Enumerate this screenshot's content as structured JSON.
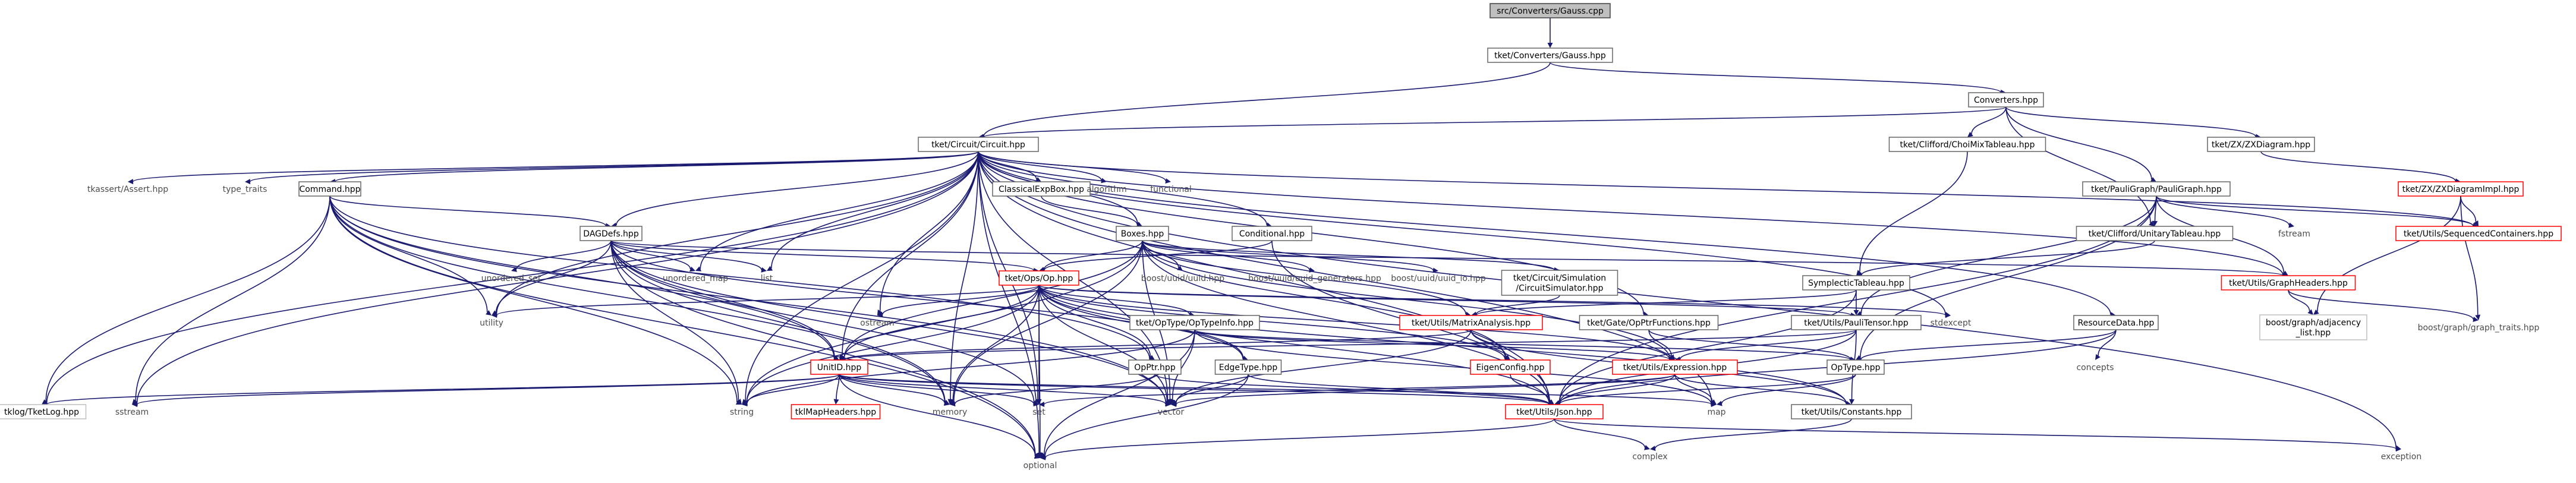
{
  "graph": {
    "nodes": [
      {
        "id": "gauss",
        "label": "src/Converters/Gauss.cpp",
        "style": "root"
      },
      {
        "id": "conv_gauss",
        "label": "tket/Converters/Gauss.hpp",
        "style": "normal"
      },
      {
        "id": "converters",
        "label": "Converters.hpp",
        "style": "normal"
      },
      {
        "id": "circuit",
        "label": "tket/Circuit/Circuit.hpp",
        "style": "normal"
      },
      {
        "id": "choimix",
        "label": "tket/Clifford/ChoiMixTableau.hpp",
        "style": "normal"
      },
      {
        "id": "zxdiagram",
        "label": "tket/ZX/ZXDiagram.hpp",
        "style": "normal"
      },
      {
        "id": "tkassert",
        "label": "tkassert/Assert.hpp",
        "style": "plain"
      },
      {
        "id": "type_traits",
        "label": "type_traits",
        "style": "plain"
      },
      {
        "id": "command",
        "label": "Command.hpp",
        "style": "normal"
      },
      {
        "id": "classicalexp",
        "label": "ClassicalExpBox.hpp",
        "style": "normal"
      },
      {
        "id": "algorithm",
        "label": "algorithm",
        "style": "plain"
      },
      {
        "id": "functional",
        "label": "functional",
        "style": "plain"
      },
      {
        "id": "paulistrings",
        "label": "tket/PauliGraph/PauliGraph.hpp",
        "style": "normal"
      },
      {
        "id": "zximpl",
        "label": "tket/ZX/ZXDiagramImpl.hpp",
        "style": "red"
      },
      {
        "id": "dagdefs",
        "label": "DAGDefs.hpp",
        "style": "normal"
      },
      {
        "id": "boxes",
        "label": "Boxes.hpp",
        "style": "normal"
      },
      {
        "id": "conditional",
        "label": "Conditional.hpp",
        "style": "normal"
      },
      {
        "id": "unitarytab",
        "label": "tket/Clifford/UnitaryTableau.hpp",
        "style": "normal"
      },
      {
        "id": "fstream",
        "label": "fstream",
        "style": "plain"
      },
      {
        "id": "seqcont",
        "label": "tket/Utils/SequencedContainers.hpp",
        "style": "red"
      },
      {
        "id": "unordered_set",
        "label": "unordered_set",
        "style": "plain"
      },
      {
        "id": "unordered_map",
        "label": "unordered_map",
        "style": "plain"
      },
      {
        "id": "list",
        "label": "list",
        "style": "plain"
      },
      {
        "id": "op",
        "label": "tket/Ops/Op.hpp",
        "style": "red"
      },
      {
        "id": "uuid",
        "label": "boost/uuid/uuid.hpp",
        "style": "plain"
      },
      {
        "id": "uuid_gen",
        "label": "boost/uuid/uuid_generators.hpp",
        "style": "plain"
      },
      {
        "id": "uuid_io",
        "label": "boost/uuid/uuid_io.hpp",
        "style": "plain"
      },
      {
        "id": "circsim",
        "label": "tket/Circuit/Simulation\n/CircuitSimulator.hpp",
        "style": "normal"
      },
      {
        "id": "symplectic",
        "label": "SymplecticTableau.hpp",
        "style": "normal"
      },
      {
        "id": "graphheaders",
        "label": "tket/Utils/GraphHeaders.hpp",
        "style": "red"
      },
      {
        "id": "utility",
        "label": "utility",
        "style": "plain"
      },
      {
        "id": "ostream",
        "label": "ostream",
        "style": "plain"
      },
      {
        "id": "optypeinfo",
        "label": "tket/OpType/OpTypeInfo.hpp",
        "style": "normal"
      },
      {
        "id": "matrixanalysis",
        "label": "tket/Utils/MatrixAnalysis.hpp",
        "style": "red"
      },
      {
        "id": "opptrfuncs",
        "label": "tket/Gate/OpPtrFunctions.hpp",
        "style": "normal"
      },
      {
        "id": "paulitensor",
        "label": "tket/Utils/PauliTensor.hpp",
        "style": "normal"
      },
      {
        "id": "stdexcept",
        "label": "stdexcept",
        "style": "plain"
      },
      {
        "id": "resourcedata",
        "label": "ResourceData.hpp",
        "style": "normal"
      },
      {
        "id": "adjacency",
        "label": "boost/graph/adjacency\n_list.hpp",
        "style": "gray"
      },
      {
        "id": "graph_traits",
        "label": "boost/graph/graph_traits.hpp",
        "style": "plain"
      },
      {
        "id": "unitid",
        "label": "UnitID.hpp",
        "style": "red"
      },
      {
        "id": "opptr",
        "label": "OpPtr.hpp",
        "style": "normal"
      },
      {
        "id": "edgetype",
        "label": "EdgeType.hpp",
        "style": "normal"
      },
      {
        "id": "eigenconfig",
        "label": "EigenConfig.hpp",
        "style": "red"
      },
      {
        "id": "expression",
        "label": "tket/Utils/Expression.hpp",
        "style": "red"
      },
      {
        "id": "optype",
        "label": "OpType.hpp",
        "style": "normal"
      },
      {
        "id": "concepts",
        "label": "concepts",
        "style": "plain"
      },
      {
        "id": "tklog",
        "label": "tklog/TketLog.hpp",
        "style": "gray"
      },
      {
        "id": "sstream",
        "label": "sstream",
        "style": "plain"
      },
      {
        "id": "string",
        "label": "string",
        "style": "plain"
      },
      {
        "id": "bimap",
        "label": "tklMapHeaders.hpp",
        "style": "red"
      },
      {
        "id": "memory",
        "label": "memory",
        "style": "plain"
      },
      {
        "id": "set",
        "label": "set",
        "style": "plain"
      },
      {
        "id": "vector",
        "label": "vector",
        "style": "plain"
      },
      {
        "id": "json",
        "label": "tket/Utils/Json.hpp",
        "style": "red"
      },
      {
        "id": "map",
        "label": "map",
        "style": "plain"
      },
      {
        "id": "constants",
        "label": "tket/Utils/Constants.hpp",
        "style": "normal"
      },
      {
        "id": "complex",
        "label": "complex",
        "style": "plain"
      },
      {
        "id": "exception",
        "label": "exception",
        "style": "plain"
      },
      {
        "id": "optional",
        "label": "optional",
        "style": "plain"
      }
    ],
    "edges": [
      [
        "gauss",
        "conv_gauss",
        "dark"
      ],
      [
        "conv_gauss",
        "converters",
        "dark"
      ],
      [
        "conv_gauss",
        "circuit",
        "dark"
      ],
      [
        "converters",
        "circuit",
        "dark"
      ],
      [
        "converters",
        "choimix",
        "dark"
      ],
      [
        "converters",
        "zxdiagram",
        "dark"
      ],
      [
        "converters",
        "paulistrings",
        "dark"
      ],
      [
        "converters",
        "unitarytab",
        "dark"
      ],
      [
        "zxdiagram",
        "zximpl",
        "dark"
      ],
      [
        "zximpl",
        "seqcont",
        "dark"
      ],
      [
        "zximpl",
        "graph_traits",
        "dark"
      ],
      [
        "zximpl",
        "adjacency",
        "dark"
      ],
      [
        "choimix",
        "symplectic",
        "dark"
      ],
      [
        "paulistrings",
        "unitarytab",
        "dark"
      ],
      [
        "paulistrings",
        "seqcont",
        "dark"
      ],
      [
        "paulistrings",
        "fstream",
        "dark"
      ],
      [
        "paulistrings",
        "graphheaders",
        "dark"
      ],
      [
        "paulistrings",
        "paulitensor",
        "dark"
      ],
      [
        "paulistrings",
        "optype",
        "dark"
      ],
      [
        "paulistrings",
        "json",
        "dark"
      ],
      [
        "unitarytab",
        "symplectic",
        "dark"
      ],
      [
        "symplectic",
        "paulitensor",
        "dark"
      ],
      [
        "symplectic",
        "matrixanalysis",
        "dark"
      ],
      [
        "symplectic",
        "json",
        "dark"
      ],
      [
        "graphheaders",
        "adjacency",
        "dark"
      ],
      [
        "graphheaders",
        "graph_traits",
        "dark"
      ],
      [
        "circuit",
        "tkassert",
        "dark"
      ],
      [
        "circuit",
        "type_traits",
        "dark"
      ],
      [
        "circuit",
        "command",
        "dark"
      ],
      [
        "circuit",
        "classicalexp",
        "dark"
      ],
      [
        "circuit",
        "algorithm",
        "dark"
      ],
      [
        "circuit",
        "functional",
        "dark"
      ],
      [
        "circuit",
        "dagdefs",
        "dark"
      ],
      [
        "circuit",
        "boxes",
        "dark"
      ],
      [
        "circuit",
        "conditional",
        "dark"
      ],
      [
        "circuit",
        "seqcont",
        "dark"
      ],
      [
        "circuit",
        "graphheaders",
        "dark"
      ],
      [
        "circuit",
        "list",
        "dark"
      ],
      [
        "circuit",
        "unordered_map",
        "dark"
      ],
      [
        "circuit",
        "ostream",
        "dark"
      ],
      [
        "circuit",
        "opptrfuncs",
        "dark"
      ],
      [
        "circuit",
        "resourcedata",
        "dark"
      ],
      [
        "circuit",
        "unitid",
        "dark"
      ],
      [
        "circuit",
        "json",
        "dark"
      ],
      [
        "circuit",
        "stdexcept",
        "dark"
      ],
      [
        "circuit",
        "optional",
        "dark"
      ],
      [
        "circuit",
        "exception",
        "dark"
      ],
      [
        "circuit",
        "vector",
        "dark"
      ],
      [
        "circuit",
        "string",
        "dark"
      ],
      [
        "circuit",
        "memory",
        "dark"
      ],
      [
        "circuit",
        "map",
        "dark"
      ],
      [
        "circuit",
        "set",
        "dark"
      ],
      [
        "circuit",
        "utility",
        "dark"
      ],
      [
        "circuit",
        "tklog",
        "dark"
      ],
      [
        "circuit",
        "sstream",
        "dark"
      ],
      [
        "command",
        "dagdefs",
        "dark"
      ],
      [
        "command",
        "tklog",
        "dark"
      ],
      [
        "command",
        "sstream",
        "dark"
      ],
      [
        "command",
        "optional",
        "dark"
      ],
      [
        "command",
        "unitid",
        "dark"
      ],
      [
        "command",
        "opptr",
        "dark"
      ],
      [
        "command",
        "string",
        "dark"
      ],
      [
        "command",
        "memory",
        "dark"
      ],
      [
        "command",
        "vector",
        "dark"
      ],
      [
        "command",
        "utility",
        "dark"
      ],
      [
        "classicalexp",
        "boxes",
        "dark"
      ],
      [
        "dagdefs",
        "unordered_set",
        "dark"
      ],
      [
        "dagdefs",
        "unordered_map",
        "dark"
      ],
      [
        "dagdefs",
        "list",
        "dark"
      ],
      [
        "dagdefs",
        "utility",
        "dark"
      ],
      [
        "dagdefs",
        "op",
        "dark"
      ],
      [
        "dagdefs",
        "graphheaders",
        "dark"
      ],
      [
        "dagdefs",
        "unitid",
        "dark"
      ],
      [
        "dagdefs",
        "edgetype",
        "dark"
      ],
      [
        "dagdefs",
        "optional",
        "dark"
      ],
      [
        "dagdefs",
        "string",
        "dark"
      ],
      [
        "dagdefs",
        "memory",
        "dark"
      ],
      [
        "dagdefs",
        "vector",
        "dark"
      ],
      [
        "dagdefs",
        "set",
        "dark"
      ],
      [
        "boxes",
        "op",
        "dark"
      ],
      [
        "boxes",
        "uuid",
        "dark"
      ],
      [
        "boxes",
        "uuid_gen",
        "dark"
      ],
      [
        "boxes",
        "uuid_io",
        "dark"
      ],
      [
        "boxes",
        "circsim",
        "dark"
      ],
      [
        "boxes",
        "matrixanalysis",
        "dark"
      ],
      [
        "boxes",
        "eigenconfig",
        "dark"
      ],
      [
        "boxes",
        "expression",
        "dark"
      ],
      [
        "boxes",
        "unitid",
        "dark"
      ],
      [
        "boxes",
        "json",
        "dark"
      ],
      [
        "boxes",
        "string",
        "dark"
      ],
      [
        "boxes",
        "memory",
        "dark"
      ],
      [
        "boxes",
        "vector",
        "dark"
      ],
      [
        "conditional",
        "op",
        "dark"
      ],
      [
        "conditional",
        "json",
        "dark"
      ],
      [
        "circsim",
        "matrixanalysis",
        "dark"
      ],
      [
        "op",
        "utility",
        "dark"
      ],
      [
        "op",
        "ostream",
        "dark"
      ],
      [
        "op",
        "optypeinfo",
        "dark"
      ],
      [
        "op",
        "opptr",
        "dark"
      ],
      [
        "op",
        "edgetype",
        "dark"
      ],
      [
        "op",
        "unitid",
        "dark"
      ],
      [
        "op",
        "expression",
        "dark"
      ],
      [
        "op",
        "eigenconfig",
        "dark"
      ],
      [
        "op",
        "json",
        "dark"
      ],
      [
        "op",
        "constants",
        "dark"
      ],
      [
        "op",
        "paulitensor",
        "dark"
      ],
      [
        "op",
        "stdexcept",
        "dark"
      ],
      [
        "op",
        "optional",
        "dark"
      ],
      [
        "op",
        "memory",
        "dark"
      ],
      [
        "op",
        "vector",
        "dark"
      ],
      [
        "op",
        "string",
        "dark"
      ],
      [
        "op",
        "set",
        "dark"
      ],
      [
        "optypeinfo",
        "optype",
        "dark"
      ],
      [
        "optypeinfo",
        "expression",
        "dark"
      ],
      [
        "optypeinfo",
        "optional",
        "dark"
      ],
      [
        "optypeinfo",
        "string",
        "dark"
      ],
      [
        "optypeinfo",
        "vector",
        "dark"
      ],
      [
        "optypeinfo",
        "map",
        "dark"
      ],
      [
        "matrixanalysis",
        "eigenconfig",
        "dark"
      ],
      [
        "matrixanalysis",
        "constants",
        "dark"
      ],
      [
        "matrixanalysis",
        "unitid",
        "dark"
      ],
      [
        "matrixanalysis",
        "vector",
        "dark"
      ],
      [
        "opptrfuncs",
        "expression",
        "dark"
      ],
      [
        "opptrfuncs",
        "optype",
        "dark"
      ],
      [
        "paulitensor",
        "expression",
        "dark"
      ],
      [
        "paulitensor",
        "constants",
        "dark"
      ],
      [
        "paulitensor",
        "json",
        "dark"
      ],
      [
        "paulitensor",
        "unitid",
        "dark"
      ],
      [
        "resourcedata",
        "optype",
        "dark"
      ],
      [
        "resourcedata",
        "concepts",
        "dark"
      ],
      [
        "resourcedata",
        "json",
        "dark"
      ],
      [
        "unitid",
        "tklog",
        "dark"
      ],
      [
        "unitid",
        "sstream",
        "dark"
      ],
      [
        "unitid",
        "string",
        "dark"
      ],
      [
        "unitid",
        "bimap",
        "dark"
      ],
      [
        "unitid",
        "memory",
        "dark"
      ],
      [
        "unitid",
        "set",
        "dark"
      ],
      [
        "unitid",
        "vector",
        "dark"
      ],
      [
        "unitid",
        "json",
        "dark"
      ],
      [
        "unitid",
        "map",
        "dark"
      ],
      [
        "unitid",
        "optional",
        "dark"
      ],
      [
        "opptr",
        "memory",
        "dark"
      ],
      [
        "opptr",
        "json",
        "dark"
      ],
      [
        "edgetype",
        "json",
        "dark"
      ],
      [
        "edgetype",
        "vector",
        "dark"
      ],
      [
        "edgetype",
        "optional",
        "dark"
      ],
      [
        "eigenconfig",
        "json",
        "dark"
      ],
      [
        "expression",
        "set",
        "dark"
      ],
      [
        "expression",
        "json",
        "dark"
      ],
      [
        "expression",
        "map",
        "dark"
      ],
      [
        "expression",
        "constants",
        "dark"
      ],
      [
        "expression",
        "vector",
        "dark"
      ],
      [
        "optype",
        "json",
        "dark"
      ],
      [
        "optype",
        "map",
        "dark"
      ],
      [
        "json",
        "optional",
        "dark"
      ],
      [
        "json",
        "complex",
        "dark"
      ],
      [
        "json",
        "exception",
        "dark"
      ],
      [
        "constants",
        "complex",
        "dark"
      ]
    ]
  }
}
